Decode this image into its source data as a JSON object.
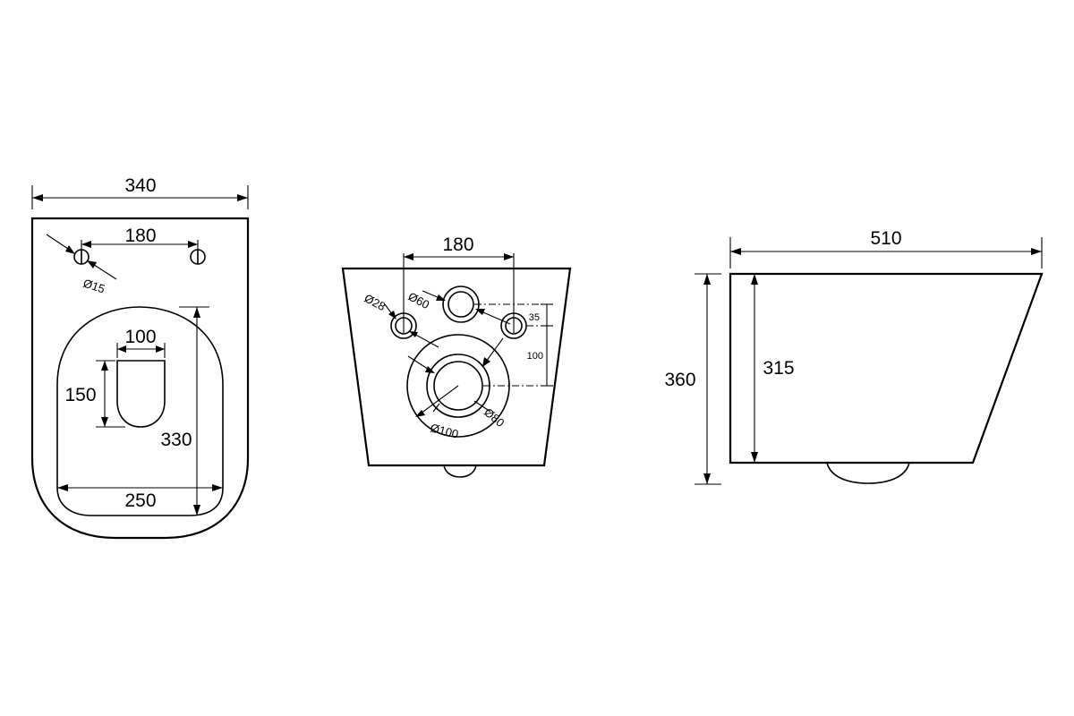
{
  "top_view": {
    "overall_width": "340",
    "mount_hole_spacing": "180",
    "mount_hole_diameter": "Ø15",
    "seat_hole_width": "100",
    "seat_hole_depth": "150",
    "bowl_length": "330",
    "bowl_width": "250"
  },
  "rear_view": {
    "mount_hole_spacing": "180",
    "inlet_diameter": "Ø60",
    "mount_hole_diameter": "Ø28",
    "vertical_offset_small": "35",
    "vertical_offset_large": "100",
    "outlet_inner_diameter": "Ø80",
    "outlet_outer_diameter": "Ø100"
  },
  "side_view": {
    "overall_length": "510",
    "overall_height": "360",
    "inner_height": "315"
  }
}
